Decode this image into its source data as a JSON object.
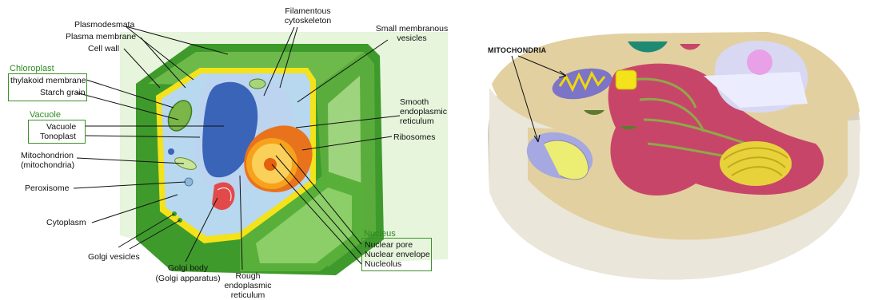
{
  "plant_cell": {
    "labels": {
      "plasmodesmata": "Plasmodesmata",
      "plasma_membrane": "Plasma membrane",
      "cell_wall": "Cell wall",
      "chloroplast_heading": "Chloroplast",
      "thylakoid": "thylakoid membrane",
      "starch": "Starch grain",
      "vacuole_heading": "Vacuole",
      "vacuole": "Vacuole",
      "tonoplast": "Tonoplast",
      "mitochondrion_1": "Mitochondrion",
      "mitochondrion_2": "(mitochondria)",
      "peroxisome": "Peroxisome",
      "cytoplasm": "Cytoplasm",
      "golgi_vesicles": "Golgi vesicles",
      "golgi_body_1": "Golgi body",
      "golgi_body_2": "(Golgi apparatus)",
      "rough_er_1": "Rough",
      "rough_er_2": "endoplasmic",
      "rough_er_3": "reticulum",
      "filamentous_1": "Filamentous",
      "filamentous_2": "cytoskeleton",
      "small_vesicles_1": "Small membranous",
      "small_vesicles_2": "vesicles",
      "smooth_er_1": "Smooth",
      "smooth_er_2": "endoplasmic",
      "smooth_er_3": "reticulum",
      "ribosomes": "Ribosomes",
      "nucleus_heading": "Nucleus",
      "nuclear_pore": "Nuclear pore",
      "nuclear_envelope": "Nuclear envelope",
      "nucleolus": "Nucleolus"
    }
  },
  "animal_cell": {
    "labels": {
      "mitochondria": "MITOCHONDRIA"
    }
  },
  "colors": {
    "green_label": "#2e8b22",
    "cell_wall_dark": "#3f9a2c",
    "cell_wall_light": "#7cc35a",
    "membrane_yellow": "#f4e21a",
    "cytoplasm_blue": "#b7d8ef",
    "vacuole_blue": "#3a64b8",
    "nucleus_orange": "#f6a21c",
    "animal_cytoplasm": "#e3d0a0",
    "animal_er_pink": "#c8456a"
  }
}
